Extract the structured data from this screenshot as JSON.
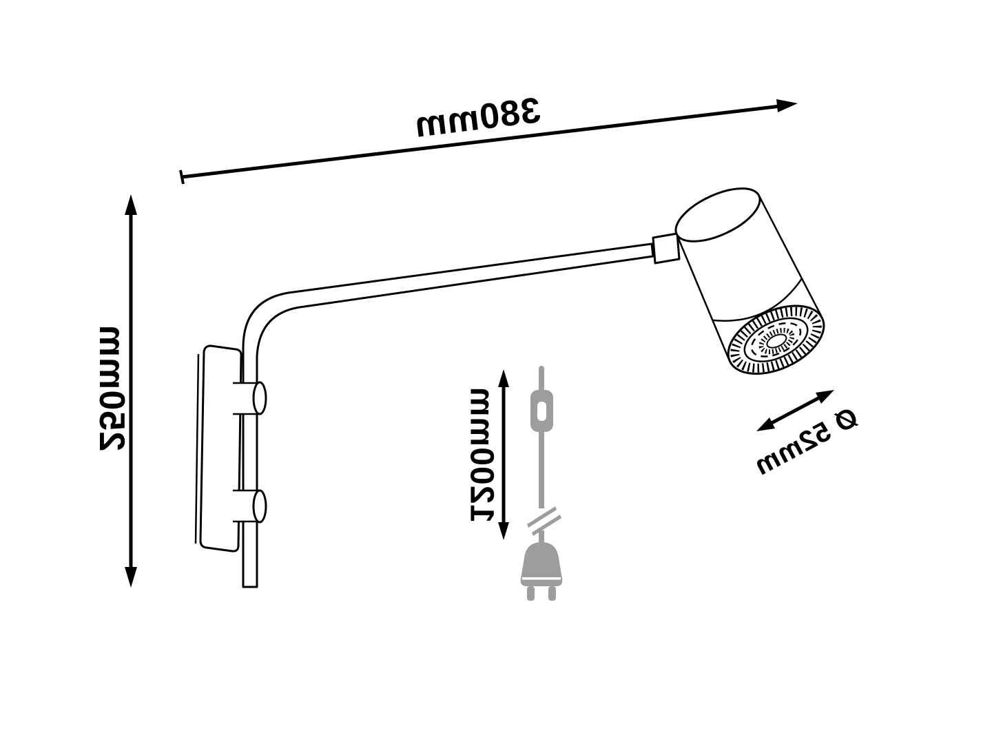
{
  "diagram": {
    "labels": {
      "width": "380mm",
      "height": "250mm",
      "cable_length": "1200mm",
      "head_diameter": "Ø 52mm"
    },
    "colors": {
      "line": "#000000",
      "cord": "#9d9d9c",
      "background": "#ffffff"
    }
  }
}
